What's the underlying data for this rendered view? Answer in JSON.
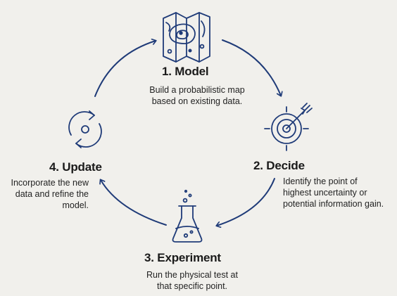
{
  "colors": {
    "accent": "#1f3b78",
    "background": "#f1f0ec"
  },
  "steps": [
    {
      "title": "1. Model",
      "description": "Build a probabilistic map\nbased on existing data.",
      "icon": "map-icon"
    },
    {
      "title": "2. Decide",
      "description": "Identify the point of\nhighest uncertainty or\npotential information gain.",
      "icon": "target-icon"
    },
    {
      "title": "3. Experiment",
      "description": "Run the physical test at\nthat specific point.",
      "icon": "flask-icon"
    },
    {
      "title": "4. Update",
      "description": "Incorporate the new\ndata and refine the\nmodel.",
      "icon": "cycle-icon"
    }
  ]
}
